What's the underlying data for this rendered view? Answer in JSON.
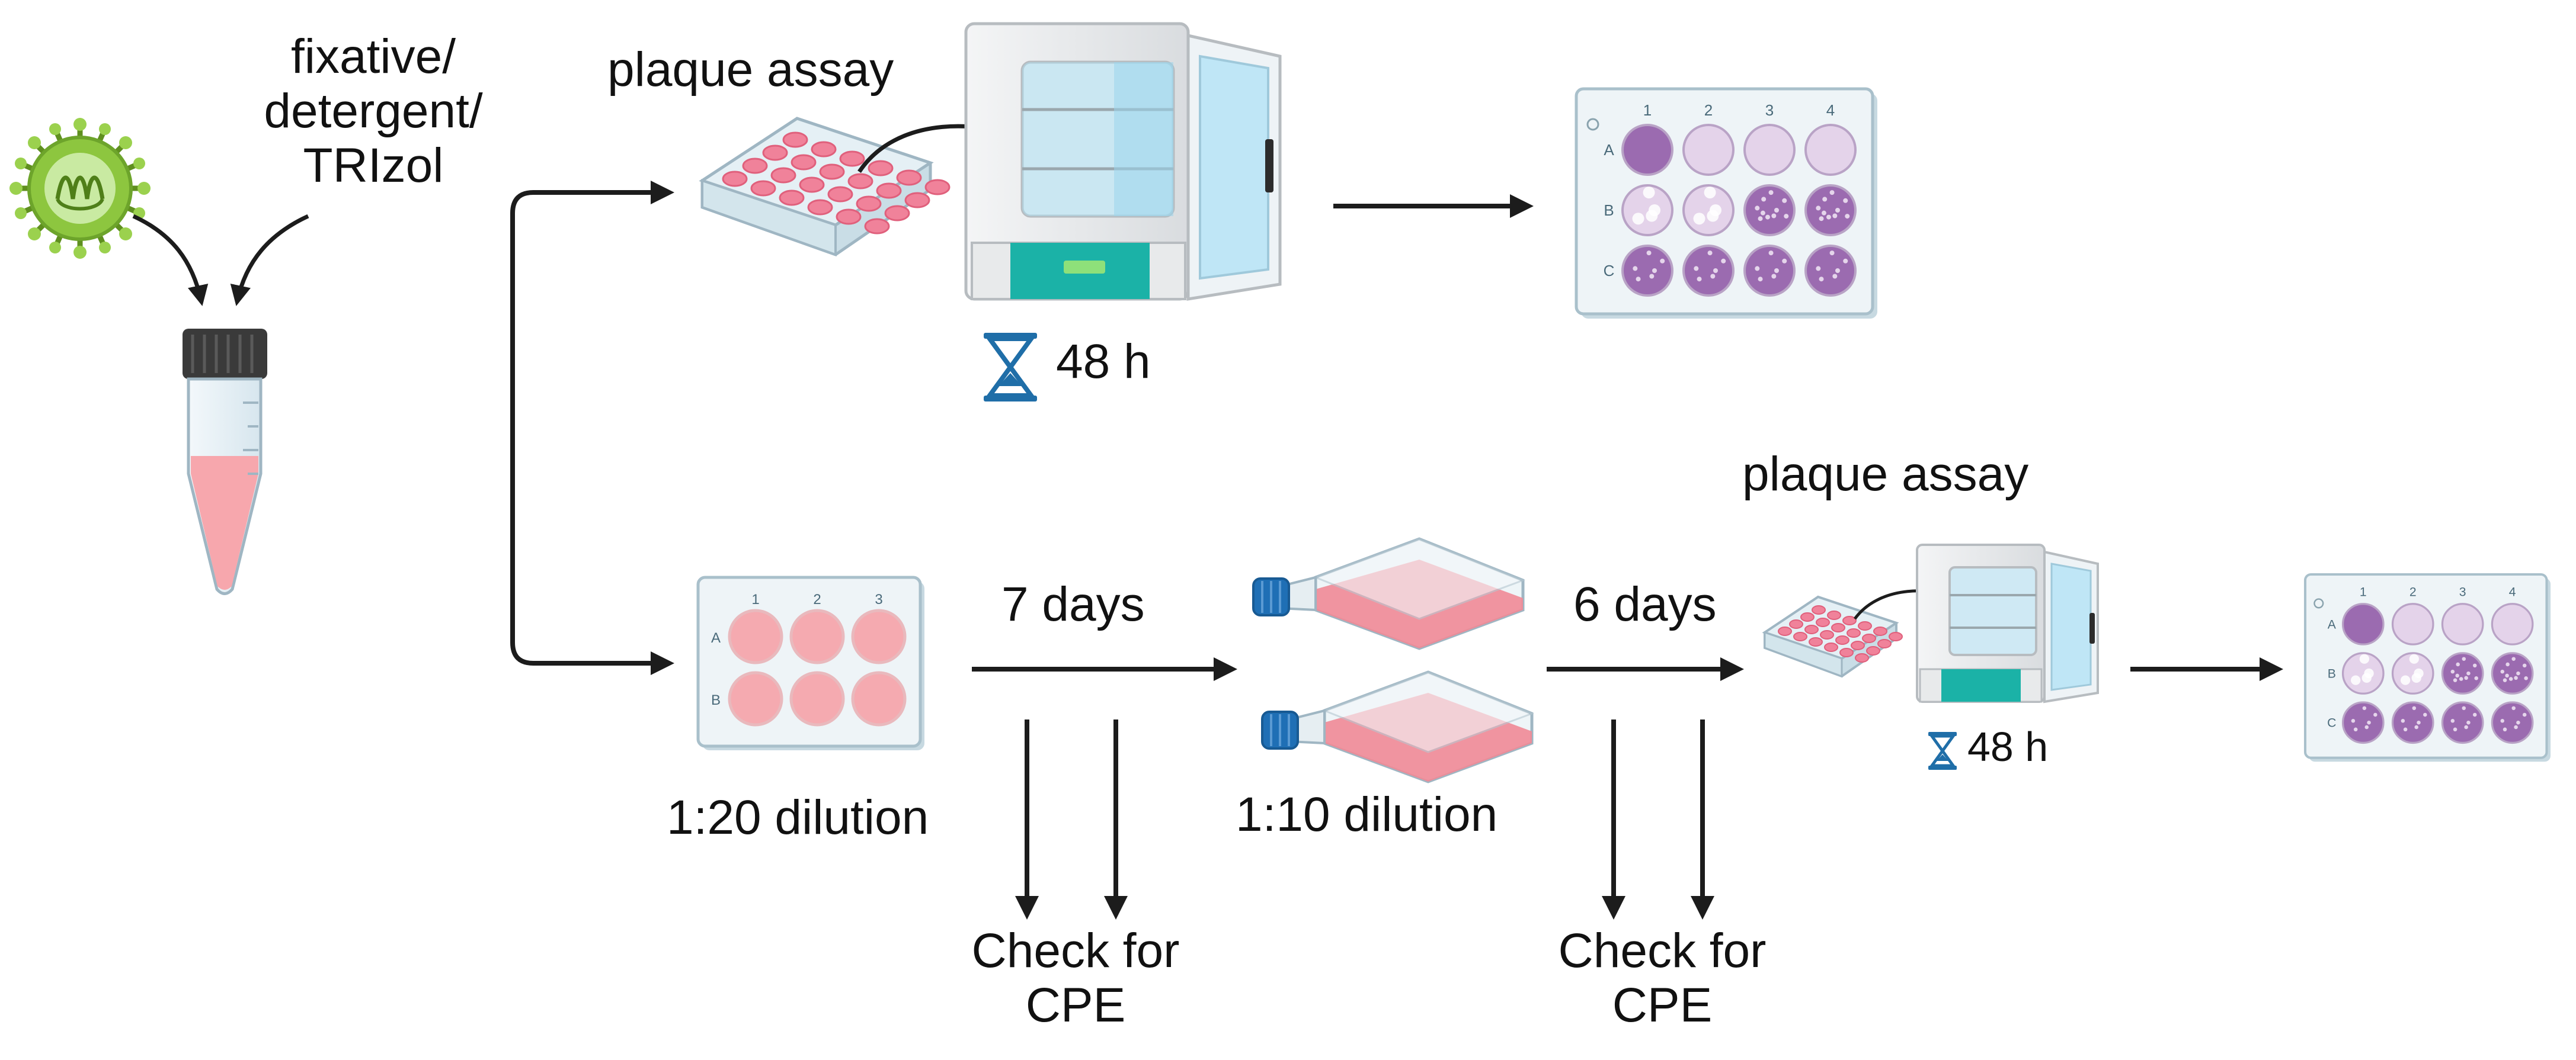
{
  "colors": {
    "arrow": "#1c1c1c",
    "virus_green": "#8dc63f",
    "virus_dark": "#5f8f1f",
    "cell_pink": "#f5aab0",
    "media_pink": "#f08a96",
    "plate_frame": "#dbe8ee",
    "plaque_dark": "#9b6bb0",
    "plaque_light": "#e4d3ea",
    "incubator_teal": "#1bb2a7",
    "hourglass": "#1f6ea8",
    "flask_cap": "#1f6fb5"
  },
  "icons": [
    "virus-icon",
    "tube-icon",
    "well-plate-icon",
    "incubator-icon",
    "hourglass-icon",
    "flask-icon",
    "plaque-plate-icon"
  ],
  "labels": {
    "reagents": [
      "fixative/",
      "detergent/",
      "TRIzol"
    ],
    "plaque_assay_top": "plaque assay",
    "incubation_top": "48 h",
    "plaque_assay_bottom": "plaque assay",
    "incubation_bottom": "48 h",
    "dilution_1": "1:20 dilution",
    "days_1": "7 days",
    "dilution_2": "1:10 dilution",
    "days_2": "6 days",
    "check_1": [
      "Check for",
      "CPE"
    ],
    "check_2": [
      "Check for",
      "CPE"
    ]
  },
  "plates": {
    "six_well": {
      "columns": [
        "1",
        "2",
        "3"
      ],
      "rows": [
        "A",
        "B"
      ]
    },
    "plaque_plate": {
      "columns": [
        "1",
        "2",
        "3",
        "4"
      ],
      "rows": [
        "A",
        "B",
        "C"
      ]
    }
  }
}
